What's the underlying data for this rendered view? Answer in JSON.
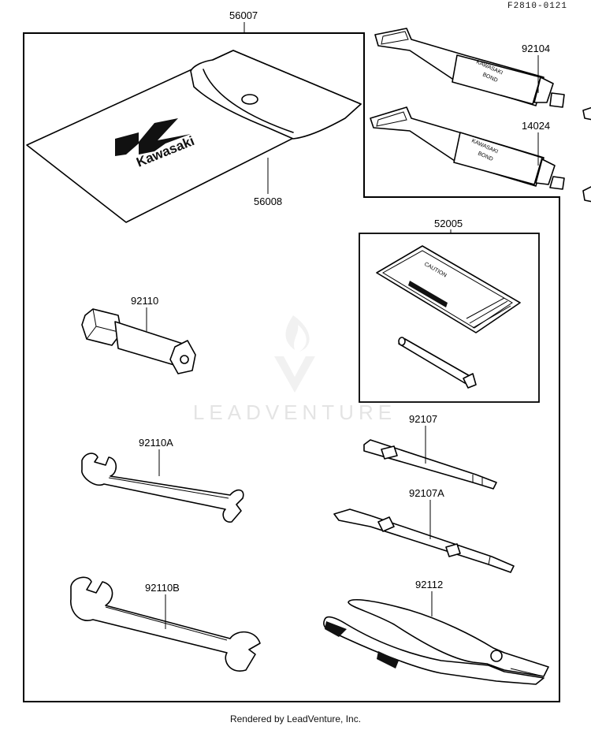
{
  "ref_code": "F2810-0121",
  "watermark": "LEADVENTURE",
  "footer": "Rendered by LeadVenture, Inc.",
  "brand_logo_text": "Kawasaki",
  "tube_text": [
    "KAWASAKI",
    "BOND"
  ],
  "sachet_text": "CAUTION",
  "parts": {
    "p56007": "56007",
    "p56008": "56008",
    "p92104": "92104",
    "p14024": "14024",
    "p52005": "52005",
    "p92110": "92110",
    "p92110A": "92110A",
    "p92110B": "92110B",
    "p92107": "92107",
    "p92107A": "92107A",
    "p92112": "92112"
  }
}
